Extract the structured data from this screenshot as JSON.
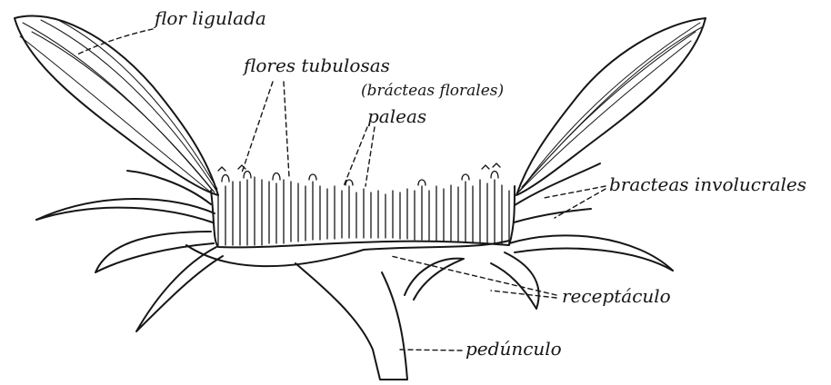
{
  "labels": {
    "flor_ligulada": "flor ligulada",
    "flores_tubulosas": "flores tubulosas",
    "bracteas_florales": "(brácteas florales)",
    "paleas": "paleas",
    "bracteas_involucrales": "bracteas involucrales",
    "receptaculo": "receptáculo",
    "pedunculo": "pedúnculo"
  },
  "colors": {
    "ink": "#161616",
    "paper": "#ffffff"
  }
}
